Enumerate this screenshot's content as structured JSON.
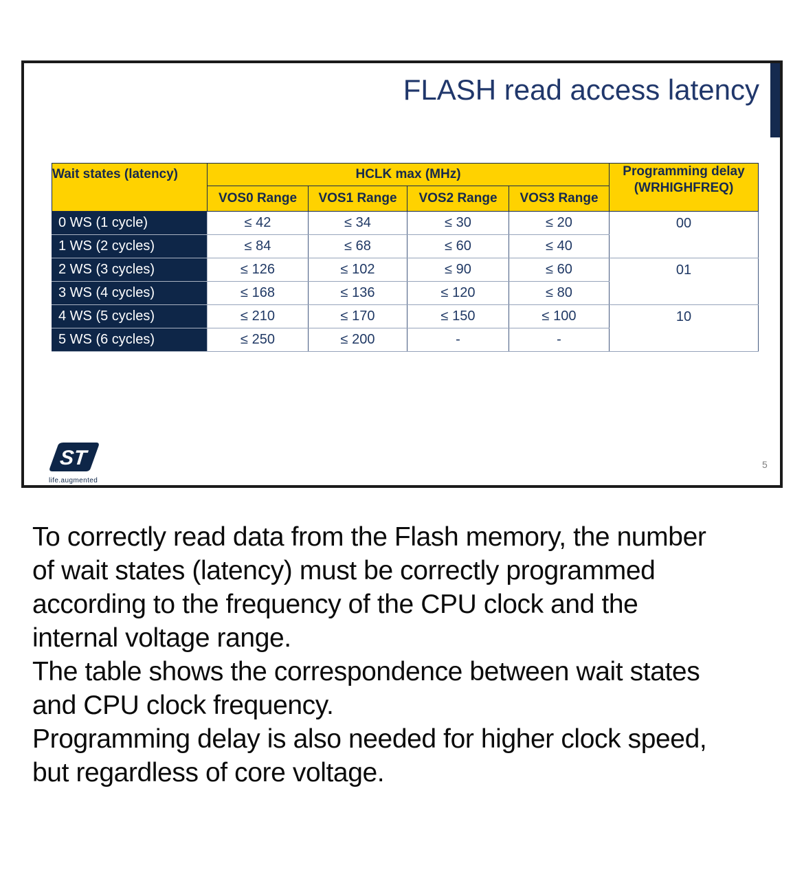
{
  "slide": {
    "title": "FLASH read access latency",
    "page_number": "5",
    "logo": {
      "brand": "ST",
      "tagline": "life.augmented"
    },
    "table": {
      "col1_header": "Wait states (latency)",
      "group_header": "HCLK max (MHz)",
      "delay_header_line1": "Programming delay",
      "delay_header_line2": "(WRHIGHFREQ)",
      "vos_headers": [
        "VOS0 Range",
        "VOS1 Range",
        "VOS2 Range",
        "VOS3 Range"
      ],
      "rows": [
        {
          "label": "0 WS (1 cycle)",
          "vos0": "≤ 42",
          "vos1": "≤ 34",
          "vos2": "≤ 30",
          "vos3": "≤ 20",
          "delay": "00"
        },
        {
          "label": "1 WS (2 cycles)",
          "vos0": "≤ 84",
          "vos1": "≤ 68",
          "vos2": "≤ 60",
          "vos3": "≤ 40"
        },
        {
          "label": "2 WS (3 cycles)",
          "vos0": "≤ 126",
          "vos1": "≤ 102",
          "vos2": "≤ 90",
          "vos3": "≤ 60",
          "delay": "01"
        },
        {
          "label": "3 WS (4 cycles)",
          "vos0": "≤ 168",
          "vos1": "≤ 136",
          "vos2": "≤ 120",
          "vos3": "≤ 80"
        },
        {
          "label": "4 WS (5 cycles)",
          "vos0": "≤ 210",
          "vos1": "≤ 170",
          "vos2": "≤ 150",
          "vos3": "≤ 100",
          "delay": "10"
        },
        {
          "label": "5 WS (6 cycles)",
          "vos0": "≤ 250",
          "vos1": "≤ 200",
          "vos2": "-",
          "vos3": "-"
        }
      ]
    }
  },
  "transcript": {
    "lines": [
      "To correctly read data from the Flash memory, the number",
      "of wait states (latency) must be correctly programmed",
      "according to the frequency of the CPU clock and the",
      "internal voltage range.",
      "The table shows the correspondence between wait states",
      "and CPU clock frequency.",
      "Programming delay is also needed for higher clock speed,",
      "but regardless of core voltage."
    ]
  },
  "colors": {
    "st_yellow": "#ffd200",
    "st_navy": "#0e2648",
    "title_navy": "#20376b",
    "table_text_navy": "#1f3864",
    "slide_border": "#1b1b1b",
    "page_number_gray": "#7f7f7f"
  }
}
